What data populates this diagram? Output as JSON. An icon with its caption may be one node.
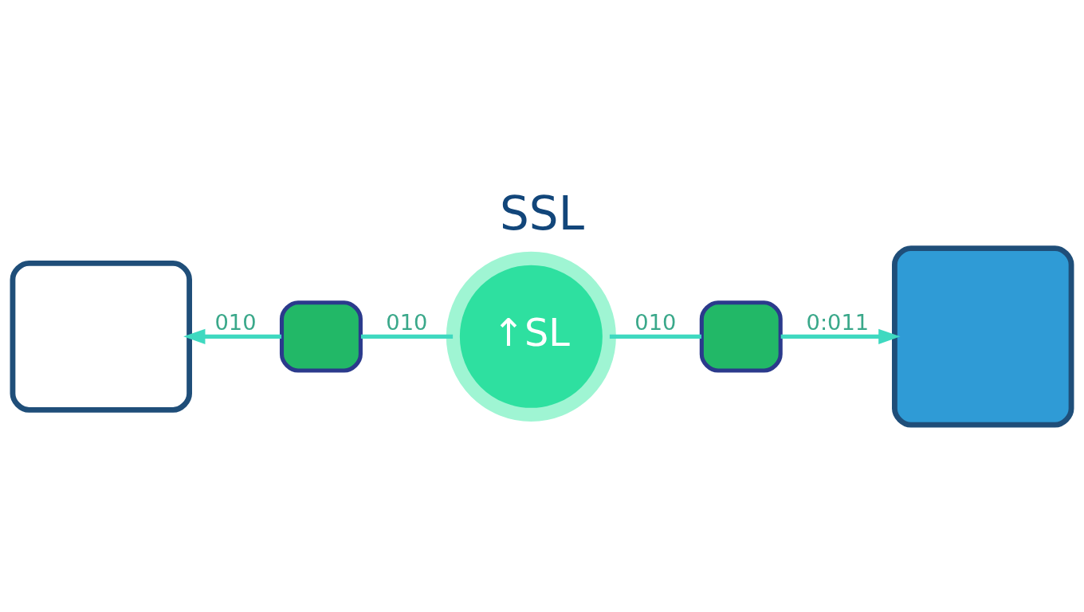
{
  "diagram": {
    "title": "SSL",
    "nodes": [
      {
        "text": [],
        "shape": "box"
      },
      {
        "text": [],
        "shape": "box"
      },
      {
        "text": [
          "↑SL"
        ]
      },
      {
        "text": [],
        "shape": "box"
      },
      {
        "text": [],
        "shape": "box"
      }
    ],
    "edges": [
      {
        "from": 1,
        "to": 0,
        "arrow": "to",
        "label": "010"
      },
      {
        "from": 1,
        "to": 2,
        "arrow": "none",
        "label": "010"
      },
      {
        "from": 2,
        "to": 3,
        "arrow": "none",
        "label": "010"
      },
      {
        "from": 3,
        "to": 4,
        "arrow": "to",
        "label": "0:011"
      }
    ]
  }
}
